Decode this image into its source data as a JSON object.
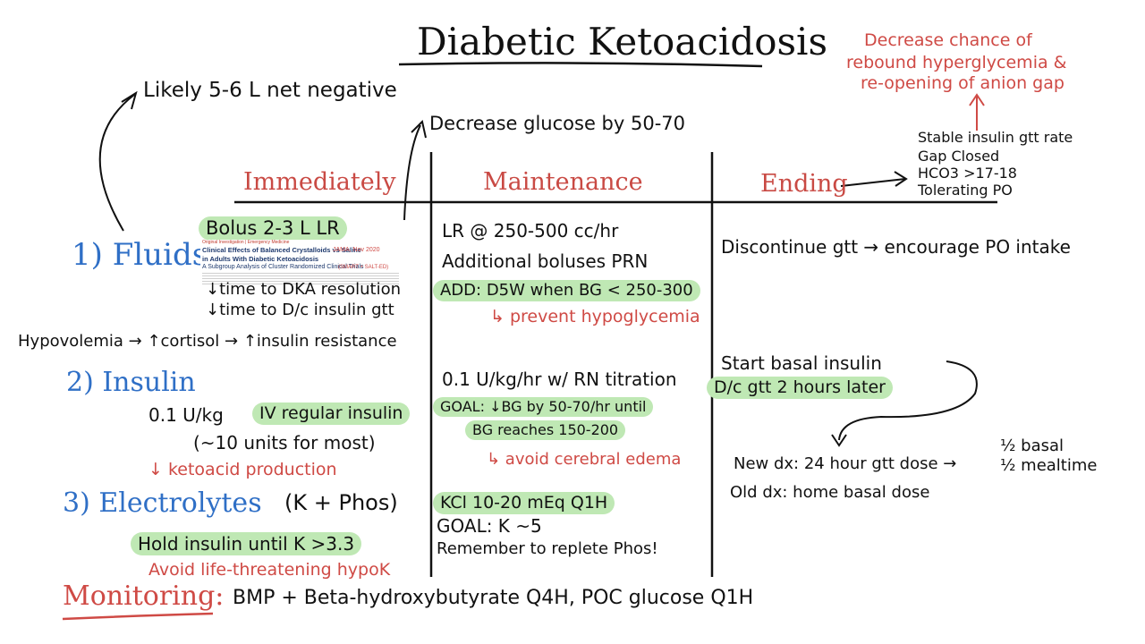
{
  "title": "Diabetic Ketoacidosis",
  "columns": {
    "immediately": "Immediately",
    "maintenance": "Maintenance",
    "ending": "Ending"
  },
  "top_notes": {
    "net_negative": "Likely 5-6 L net negative",
    "decrease_glucose": "Decrease glucose by 50-70",
    "rebound_1": "Decrease chance of",
    "rebound_2": "rebound hyperglycemia &",
    "rebound_3": "re-opening of anion gap"
  },
  "ending_criteria": [
    "Stable insulin gtt rate",
    "Gap Closed",
    "HCO3 >17-18",
    "Tolerating PO"
  ],
  "fluids": {
    "label": "1) Fluids",
    "bolus": "Bolus 2-3 L LR",
    "article": {
      "tag": "Original Investigation | Emergency Medicine",
      "title_1": "Clinical Effects of Balanced Crystalloids vs Saline",
      "title_2": "in Adults With Diabetic Ketoacidosis",
      "subtitle": "A Subgroup Analysis of Cluster Randomized Clinical Trials",
      "stamp": "JAMA, Nov 2020",
      "stamp2": "(SMART + SALT-ED)"
    },
    "benefit_1": "↓time to DKA resolution",
    "benefit_2": "↓time to D/c insulin gtt",
    "maint_1": "LR @ 250-500 cc/hr",
    "maint_2": "Additional boluses PRN",
    "maint_3": "ADD: D5W when BG < 250-300",
    "maint_4": "↳ prevent hypoglycemia",
    "ending": "Discontinue gtt → encourage PO intake"
  },
  "hypovolemia": "Hypovolemia → ↑cortisol → ↑insulin resistance",
  "insulin": {
    "label": "2) Insulin",
    "dose_prefix": "0.1 U/kg",
    "dose_highlight": "IV regular insulin",
    "units": "(~10 units for most)",
    "effect": "↓ ketoacid production",
    "maint_1": "0.1 U/kg/hr w/ RN titration",
    "goal_1": "GOAL: ↓BG by 50-70/hr until",
    "goal_2": "BG reaches 150-200",
    "goal_3": "↳ avoid cerebral edema",
    "end_1": "Start basal insulin",
    "end_2": "D/c gtt 2 hours later",
    "new_dx": "New dx: 24 hour gtt dose →",
    "half_basal": "½ basal",
    "half_meal": "½ mealtime",
    "old_dx": "Old dx: home basal dose"
  },
  "electrolytes": {
    "label": "3) Electrolytes",
    "suffix": "(K + Phos)",
    "hold": "Hold insulin until K >3.3",
    "avoid": "Avoid life-threatening hypoK",
    "maint_1": "KCl 10-20 mEq Q1H",
    "maint_2": "GOAL: K ~5",
    "maint_3": "Remember to replete Phos!"
  },
  "monitoring": {
    "label": "Monitoring:",
    "text": "BMP + Beta-hydroxybutyrate Q4H, POC glucose Q1H"
  },
  "colors": {
    "red": "#cf4a45",
    "blue": "#2f6fc6",
    "highlight": "#bfe8b4",
    "ink": "#111111"
  }
}
